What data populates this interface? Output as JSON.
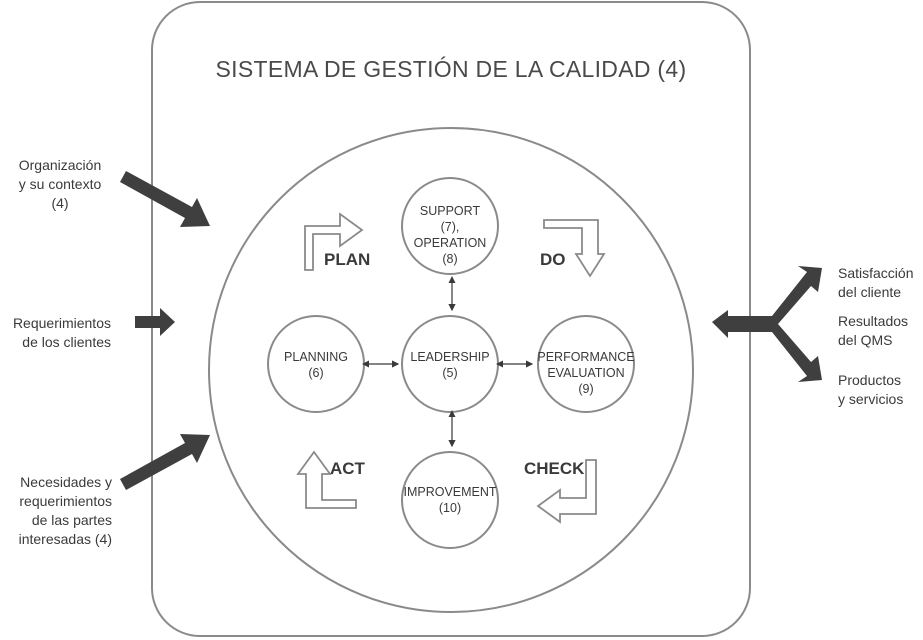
{
  "title": "SISTEMA DE GESTIÓN DE LA CALIDAD (4)",
  "inputs": {
    "context": [
      "Organización",
      "y su contexto",
      "(4)"
    ],
    "requirements": [
      "Requerimientos",
      "de los clientes"
    ],
    "needs": [
      "Necesidades y",
      "requerimientos",
      "de las partes",
      "interesadas (4)"
    ]
  },
  "outputs": {
    "satisfaction": [
      "Satisfacción",
      "del cliente"
    ],
    "qms_results": [
      "Resultados",
      "del QMS"
    ],
    "products": [
      "Productos",
      "y servicios"
    ]
  },
  "nodes": {
    "support": [
      "SUPPORT",
      "(7),",
      "OPERATION",
      "(8)"
    ],
    "planning": [
      "PLANNING",
      "(6)"
    ],
    "leadership": [
      "LEADERSHIP",
      "(5)"
    ],
    "performance": [
      "PERFORMANCE",
      "EVALUATION",
      "(9)"
    ],
    "improvement": [
      "IMPROVEMENT",
      "(10)"
    ]
  },
  "phases": {
    "plan": "PLAN",
    "do": "DO",
    "check": "CHECK",
    "act": "ACT"
  },
  "colors": {
    "outline": "#8a8a8a",
    "arrow_fill": "#3f3f3f",
    "text": "#3a3a3a"
  }
}
